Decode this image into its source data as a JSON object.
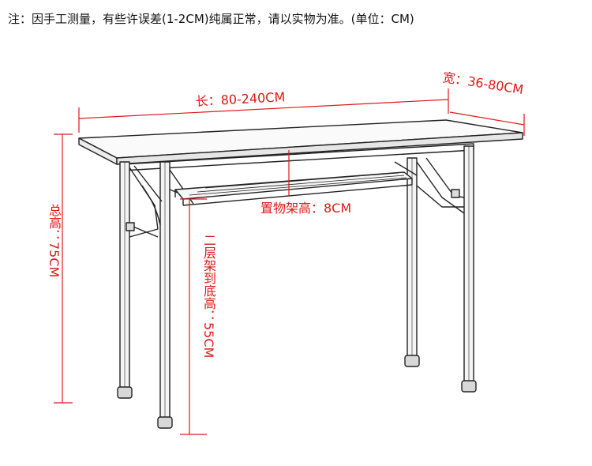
{
  "note": "注：因手工测量，有些许误差(1-2CM)纯属正常，请以实物为准。(单位：CM)",
  "dimensions": {
    "length": "长：80-240CM",
    "width": "宽：36-80CM",
    "total_height": "总高：75CM",
    "shelf_height": "置物架高：8CM",
    "shelf_to_floor": "二层架到底高：55CM"
  },
  "colors": {
    "dimension": "#e01818",
    "outline": "#222222"
  }
}
